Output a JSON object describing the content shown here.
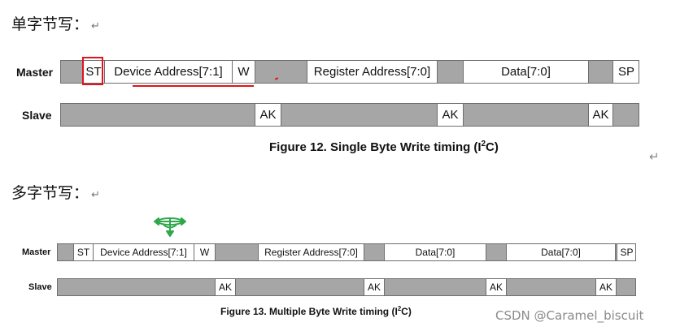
{
  "headings": {
    "single": "单字节写：",
    "multiple": "多字节写："
  },
  "return_mark": "↵",
  "fig12": {
    "master_label": "Master",
    "slave_label": "Slave",
    "master": {
      "st": "ST",
      "device_address": "Device Address[7:1]",
      "w": "W",
      "register_address": "Register Address[7:0]",
      "data": "Data[7:0]",
      "sp": "SP"
    },
    "slave": {
      "ak1": "AK",
      "ak2": "AK",
      "ak3": "AK"
    },
    "caption": {
      "prefix": "Figure 12. Single Byte Write timing (I",
      "sup": "2",
      "suffix": "C)"
    }
  },
  "fig13": {
    "master_label": "Master",
    "slave_label": "Slave",
    "master": {
      "st": "ST",
      "device_address": "Device Address[7:1]",
      "w": "W",
      "register_address": "Register Address[7:0]",
      "data1": "Data[7:0]",
      "data2": "Data[7:0]",
      "sp": "SP"
    },
    "slave": {
      "ak1": "AK",
      "ak2": "AK",
      "ak3": "AK",
      "ak4": "AK"
    },
    "caption": {
      "prefix": "Figure 13. Multiple Byte Write timing (I",
      "sup": "2",
      "suffix": "C)"
    }
  },
  "annotation_colors": {
    "highlight": "#e0141b",
    "move_cursor": "#2ea84a"
  },
  "watermark": "CSDN @Caramel_biscuit"
}
